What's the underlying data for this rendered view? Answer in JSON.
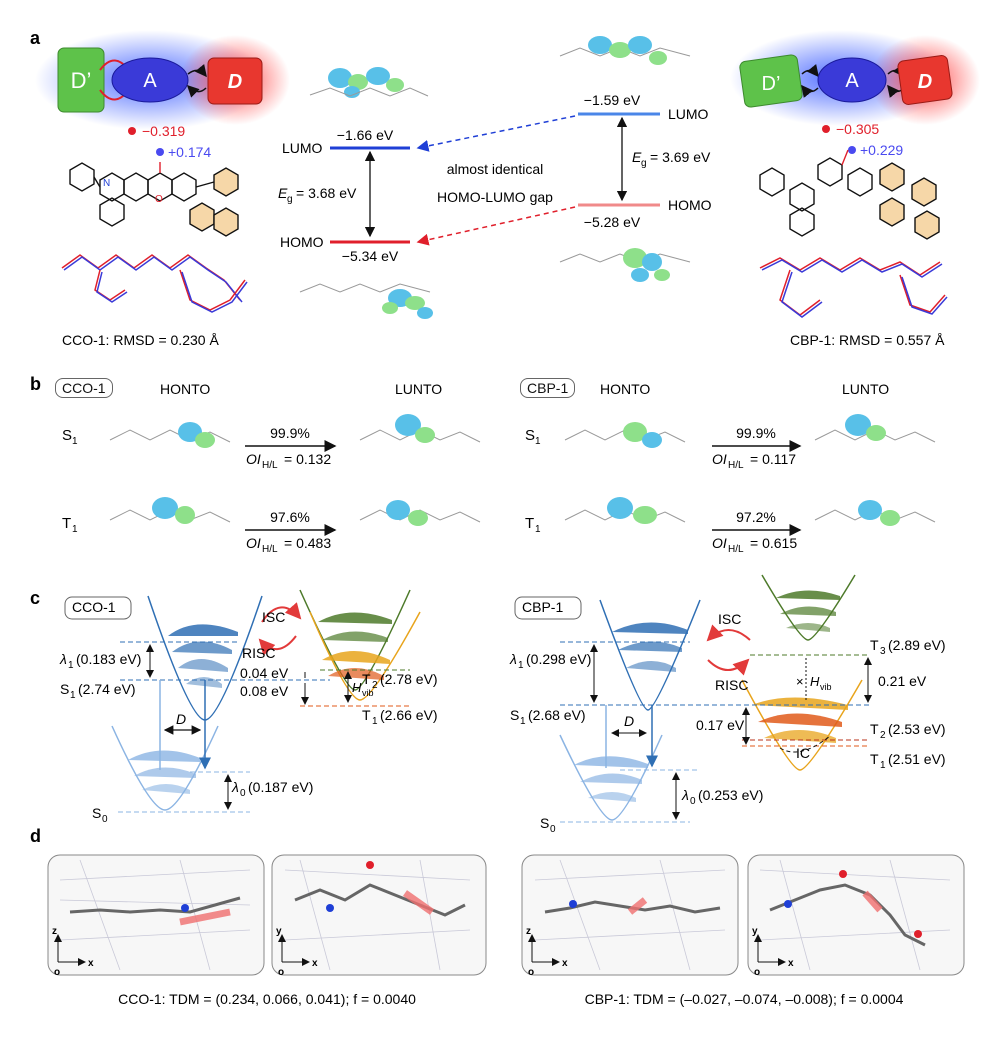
{
  "panel_labels": {
    "a": "a",
    "b": "b",
    "c": "c",
    "d": "d"
  },
  "a": {
    "left_scheme": {
      "donor_prime": "D’",
      "acceptor": "A",
      "donor": "D"
    },
    "right_scheme": {
      "donor_prime": "D’",
      "acceptor": "A",
      "donor": "D"
    },
    "left_charges": {
      "oxygen": "−0.319",
      "carbon": "+0.174"
    },
    "right_charges": {
      "oxygen": "−0.305",
      "carbon": "+0.229"
    },
    "left_lumo_energy": "−1.66 eV",
    "left_homo_energy": "−5.34 eV",
    "right_lumo_energy": "−1.59 eV",
    "right_homo_energy": "−5.28 eV",
    "lumo_label": "LUMO",
    "homo_label": "HOMO",
    "left_gap": "= 3.68 eV",
    "right_gap": "= 3.69 eV",
    "eg_symbol": "E",
    "eg_sub": "g",
    "note_line1": "almost identical",
    "note_line2": "HOMO-LUMO gap",
    "left_rmsd": "CCO-1: RMSD = 0.230 Å",
    "right_rmsd": "CBP-1: RMSD = 0.557 Å",
    "colors": {
      "lumo": "#1f3fd6",
      "homo": "#e01f2b",
      "lumo_light": "#4a86e8",
      "homo_light": "#f08a8a",
      "donor_prime": "#5ec24a",
      "acceptor": "#3a3ad8",
      "donor": "#e8372f"
    }
  },
  "b": {
    "left": {
      "compound": "CCO-1",
      "honto": "HONTO",
      "lunto": "LUNTO",
      "s1": {
        "state": "S",
        "sub": "1",
        "percent": "99.9%",
        "oi": "= 0.132"
      },
      "t1": {
        "state": "T",
        "sub": "1",
        "percent": "97.6%",
        "oi": "= 0.483"
      }
    },
    "right": {
      "compound": "CBP-1",
      "honto": "HONTO",
      "lunto": "LUNTO",
      "s1": {
        "state": "S",
        "sub": "1",
        "percent": "99.9%",
        "oi": "= 0.117"
      },
      "t1": {
        "state": "T",
        "sub": "1",
        "percent": "97.2%",
        "oi": "= 0.615"
      }
    },
    "oi_symbol": "OI",
    "oi_sub": "H/L"
  },
  "c": {
    "left": {
      "compound": "CCO-1",
      "isc": "ISC",
      "risc": "RISC",
      "lambda1": "(0.183 eV)",
      "lambda0": "(0.187 eV)",
      "s1": "(2.74 eV)",
      "t2": "(2.78 eV)",
      "t1": "(2.66 eV)",
      "gap_t2": "0.04 eV",
      "gap_t1": "0.08 eV",
      "d_label": "D",
      "s0": "S",
      "hvib": "H",
      "hvib_sub": "vib"
    },
    "right": {
      "compound": "CBP-1",
      "isc": "ISC",
      "risc": "RISC",
      "lambda1": "(0.298 eV)",
      "lambda0": "(0.253 eV)",
      "s1": "(2.68 eV)",
      "t3": "(2.89 eV)",
      "t2": "(2.53 eV)",
      "t1": "(2.51 eV)",
      "gap_t3": "0.21 eV",
      "gap_t2": "0.17 eV",
      "ic": "IC",
      "d_label": "D",
      "s0": "S",
      "hvib": "H",
      "hvib_sub": "vib"
    },
    "colors": {
      "singlet": "#2f6fb4",
      "s0": "#8bb4e3",
      "triplet_t3": "#4d7a2a",
      "triplet_t2": "#e8a41c",
      "triplet_t1": "#e05a1a",
      "red": "#e23a3a"
    }
  },
  "d": {
    "left_caption": "CCO-1: TDM = (0.234, 0.066, 0.041); f = 0.0040",
    "right_caption": "CBP-1: TDM = (–0.027, –0.074, –0.008); f = 0.0004",
    "axes": {
      "z": "z",
      "x": "x",
      "y": "y",
      "o": "o"
    }
  }
}
